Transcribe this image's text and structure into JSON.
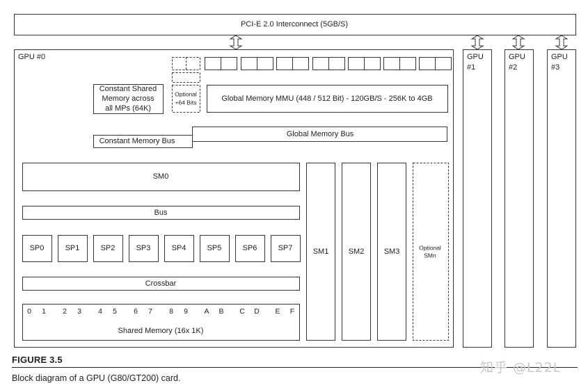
{
  "labels": {
    "pcie": "PCI-E 2.0 Interconnect (5GB/S)",
    "gpu0": "GPU #0",
    "gpus": [
      {
        "line1": "GPU",
        "line2": "#1"
      },
      {
        "line1": "GPU",
        "line2": "#2"
      },
      {
        "line1": "GPU",
        "line2": "#3"
      }
    ],
    "constant_shared_memory": [
      "Constant Shared",
      "Memory across",
      "all MPs (64K)"
    ],
    "optional_64": [
      "Optional",
      "+64 Bits"
    ],
    "global_mmu": "Global Memory MMU (448 / 512 Bit) - 120GB/S - 256K to 4GB",
    "global_memory_bus": "Global Memory Bus",
    "constant_memory_bus": "Constant Memory Bus",
    "sm0": "SM0",
    "bus": "Bus",
    "sps": [
      "SP0",
      "SP1",
      "SP2",
      "SP3",
      "SP4",
      "SP5",
      "SP6",
      "SP7"
    ],
    "crossbar": "Crossbar",
    "banks": [
      "0",
      "1",
      "2",
      "3",
      "4",
      "5",
      "6",
      "7",
      "8",
      "9",
      "A",
      "B",
      "C",
      "D",
      "E",
      "F"
    ],
    "shared_memory": "Shared Memory (16x 1K)",
    "sms": [
      "SM1",
      "SM2",
      "SM3"
    ],
    "optional_smn": [
      "Optional",
      "SMn"
    ]
  },
  "caption": {
    "title": "FIGURE 3.5",
    "text": "Block diagram of a GPU (G80/GT200) card."
  },
  "watermark": "知乎 @L22L"
}
